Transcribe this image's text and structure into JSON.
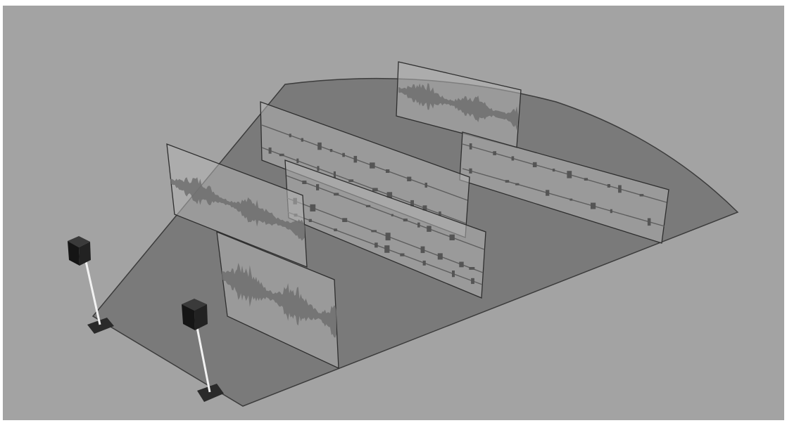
{
  "scene": {
    "kind": "3d-render",
    "background_color": "#a3a3a3",
    "floor_color": "#7a7a7a",
    "panel_tint": "#b4b4b4",
    "waveform_color": "#6f6f6f",
    "speaker_color": "#151515",
    "stand_color": "#f2f2f2"
  },
  "speakers": [
    {
      "id": "speaker-left"
    },
    {
      "id": "speaker-right"
    }
  ],
  "panels": [
    {
      "id": "panel-back-waveform",
      "content": "waveform"
    },
    {
      "id": "panel-right-notes",
      "content": "note-tracks"
    },
    {
      "id": "panel-center-notes",
      "content": "note-tracks"
    },
    {
      "id": "panel-middle-notes",
      "content": "note-tracks"
    },
    {
      "id": "panel-left-waveform",
      "content": "waveform"
    },
    {
      "id": "panel-front-waveform",
      "content": "waveform"
    }
  ]
}
